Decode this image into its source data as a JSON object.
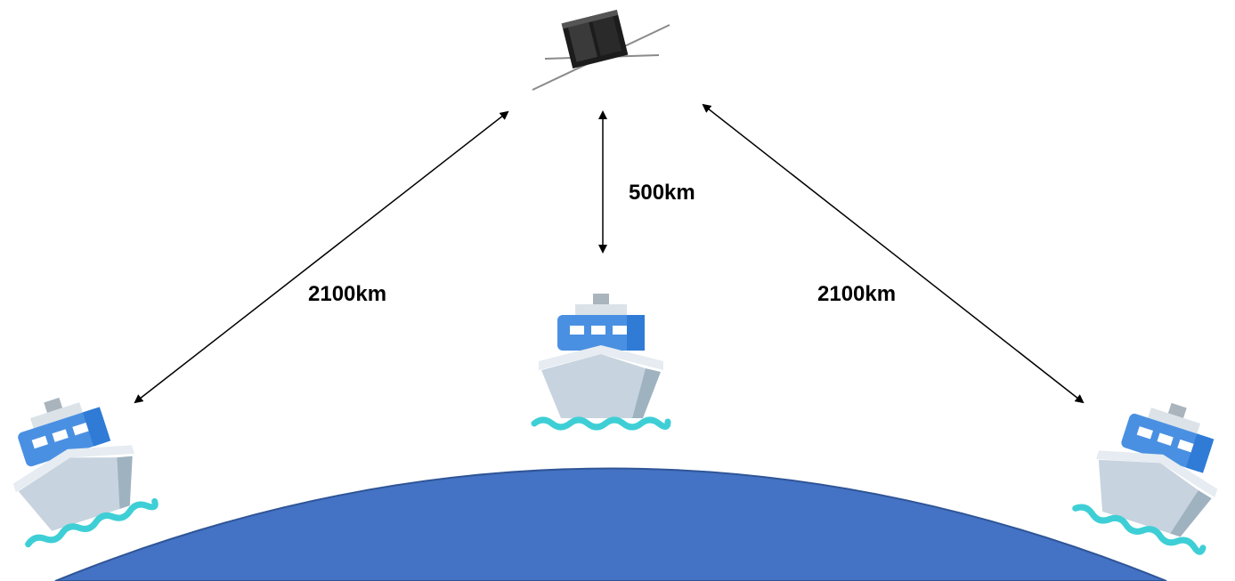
{
  "colors": {
    "earth": "#4472C4",
    "earth_edge": "#2F5597",
    "arrow": "#000000",
    "hull_front": "#C7D3DE",
    "hull_side": "#9FB2C0",
    "hull_rim": "#E6ECF1",
    "cabin": "#4A90E2",
    "cabin_roof": "#DCE3E8",
    "chimney": "#A9B4BD",
    "window": "#FFFFFF",
    "water": "#3ECFD6",
    "satellite_body": "#1C1C1C",
    "satellite_panel": "#3A3A3A",
    "satellite_antenna": "#8A8A8A"
  },
  "labels": {
    "left_distance": "2100km",
    "center_distance": "500km",
    "right_distance": "2100km"
  },
  "icons": {
    "satellite": "cubesat-icon",
    "ship": "ship-icon",
    "earth": "earth-surface"
  }
}
